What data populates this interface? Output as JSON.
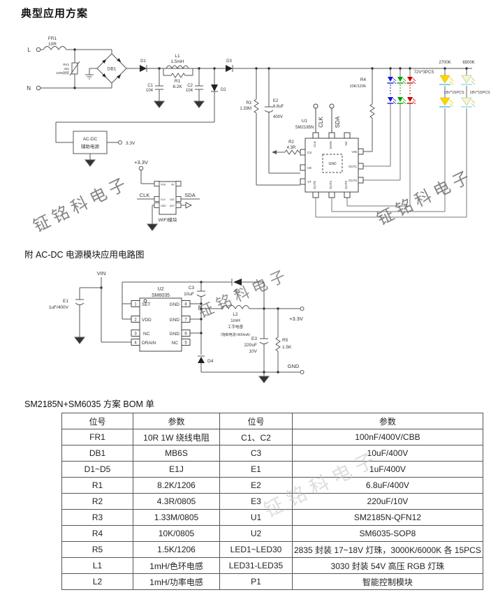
{
  "page": {
    "title": "典型应用方案",
    "section2_title": "附 AC-DC 电源模块应用电路图",
    "bom_title": "SM2185N+SM6035 方案 BOM 单",
    "watermark": "钲铭科电子"
  },
  "colors": {
    "led_blue": "#1a1acc",
    "led_green": "#00a000",
    "led_red": "#cc0000",
    "led_warm": "#ffd500",
    "led_cool_fill": "#f4f6dc",
    "led_cool_stroke": "#c2cc8a",
    "led_bar": "#7fd4e8"
  },
  "s1": {
    "terminals": {
      "l": "L",
      "n": "N",
      "v33": "3.3V",
      "p33": "+3.3V"
    },
    "fr1": {
      "ref": "FR1",
      "val": "10R"
    },
    "rv1": {
      "ref": "RV1",
      "val": "431",
      "pkg": "1206封装"
    },
    "db1": "DB1",
    "d1": "D1",
    "d2": "D2",
    "d3": "D3",
    "c1": {
      "ref": "C1",
      "val": "104"
    },
    "c2": {
      "ref": "C2",
      "val": "104"
    },
    "l1": {
      "ref": "L1",
      "val": "1.5mH"
    },
    "r1": {
      "ref": "R1",
      "val": "8.2K"
    },
    "r2": {
      "ref": "R2",
      "val": "4.3R"
    },
    "r3": {
      "ref": "R3",
      "val": "1.33M"
    },
    "r4": {
      "ref": "R4",
      "val": "10K/1206"
    },
    "e2": {
      "ref": "E2",
      "val": "6.8uF",
      "volt": "400V"
    },
    "acdc": {
      "line1": "AC-DC",
      "line2": "辅助电源"
    },
    "u1": {
      "ref": "U1",
      "part": "SM2185N",
      "pins": {
        "clk": "CLK",
        "data": "DATA",
        "nc": "NC",
        "vin": "VIN",
        "out1": "OUT1",
        "out2": "OUT2",
        "out3": "OUT3",
        "out4": "OUT4",
        "out5": "OUT5",
        "cs": "CS",
        "ce": "CE",
        "vt": "VT",
        "gnd": "GND"
      },
      "sig_clk": "CLK",
      "sig_sda": "SDA"
    },
    "wifi": {
      "label": "WIFI模块",
      "sig_clk": "CLK",
      "sig_sda": "SDA",
      "pins": {
        "vdd": "VDD",
        "clk": "CLK",
        "gnd": "GND",
        "nc": "NC",
        "dat": "DAT",
        "ant": "ANT"
      }
    },
    "leds": {
      "rgb": "72V*3PCS",
      "warm_k": "2700K",
      "cool_k": "6500K",
      "warm_n": "18V*15PCS",
      "cool_n": "18V*15PCS"
    }
  },
  "s2": {
    "vin": "VIN",
    "e1": {
      "ref": "E1",
      "val": "1uF/400V"
    },
    "u2": {
      "ref": "U2",
      "part": "SM6035",
      "nums": [
        "1",
        "2",
        "3",
        "4",
        "5",
        "6",
        "7",
        "8"
      ],
      "left": [
        "SET",
        "VDD",
        "NC",
        "DRAIN"
      ],
      "right": [
        "GND",
        "GND",
        "GND",
        "NC"
      ]
    },
    "c3": {
      "ref": "C3",
      "val": "10uF"
    },
    "d4": "D4",
    "d5": "D5",
    "l2": {
      "ref": "L2",
      "val": "1mH",
      "note1": "工字电感",
      "note2": "（饱和电流>500mA）"
    },
    "e3": {
      "ref": "E3",
      "val": "220uF",
      "volt": "10V"
    },
    "r5": {
      "ref": "R5",
      "val": "1.5K"
    },
    "p33": "+3.3V",
    "gnd": "GND"
  },
  "bom": {
    "headers": [
      "位号",
      "参数",
      "位号",
      "参数"
    ],
    "rows": [
      [
        "FR1",
        "10R 1W 绕线电阻",
        "C1、C2",
        "100nF/400V/CBB"
      ],
      [
        "DB1",
        "MB6S",
        "C3",
        "10uF/400V"
      ],
      [
        "D1~D5",
        "E1J",
        "E1",
        "1uF/400V"
      ],
      [
        "R1",
        "8.2K/1206",
        "E2",
        "6.8uF/400V"
      ],
      [
        "R2",
        "4.3R/0805",
        "E3",
        "220uF/10V"
      ],
      [
        "R3",
        "1.33M/0805",
        "U1",
        "SM2185N-QFN12"
      ],
      [
        "R4",
        "10K/0805",
        "U2",
        "SM6035-SOP8"
      ],
      [
        "R5",
        "1.5K/1206",
        "LED1~LED30",
        "2835 封装 17~18V 灯珠，3000K/6000K 各 15PCS"
      ],
      [
        "L1",
        "1mH/色环电感",
        "LED31-LED35",
        "3030 封装 54V 高压 RGB 灯珠"
      ],
      [
        "L2",
        "1mH/功率电感",
        "P1",
        "智能控制模块"
      ]
    ]
  }
}
